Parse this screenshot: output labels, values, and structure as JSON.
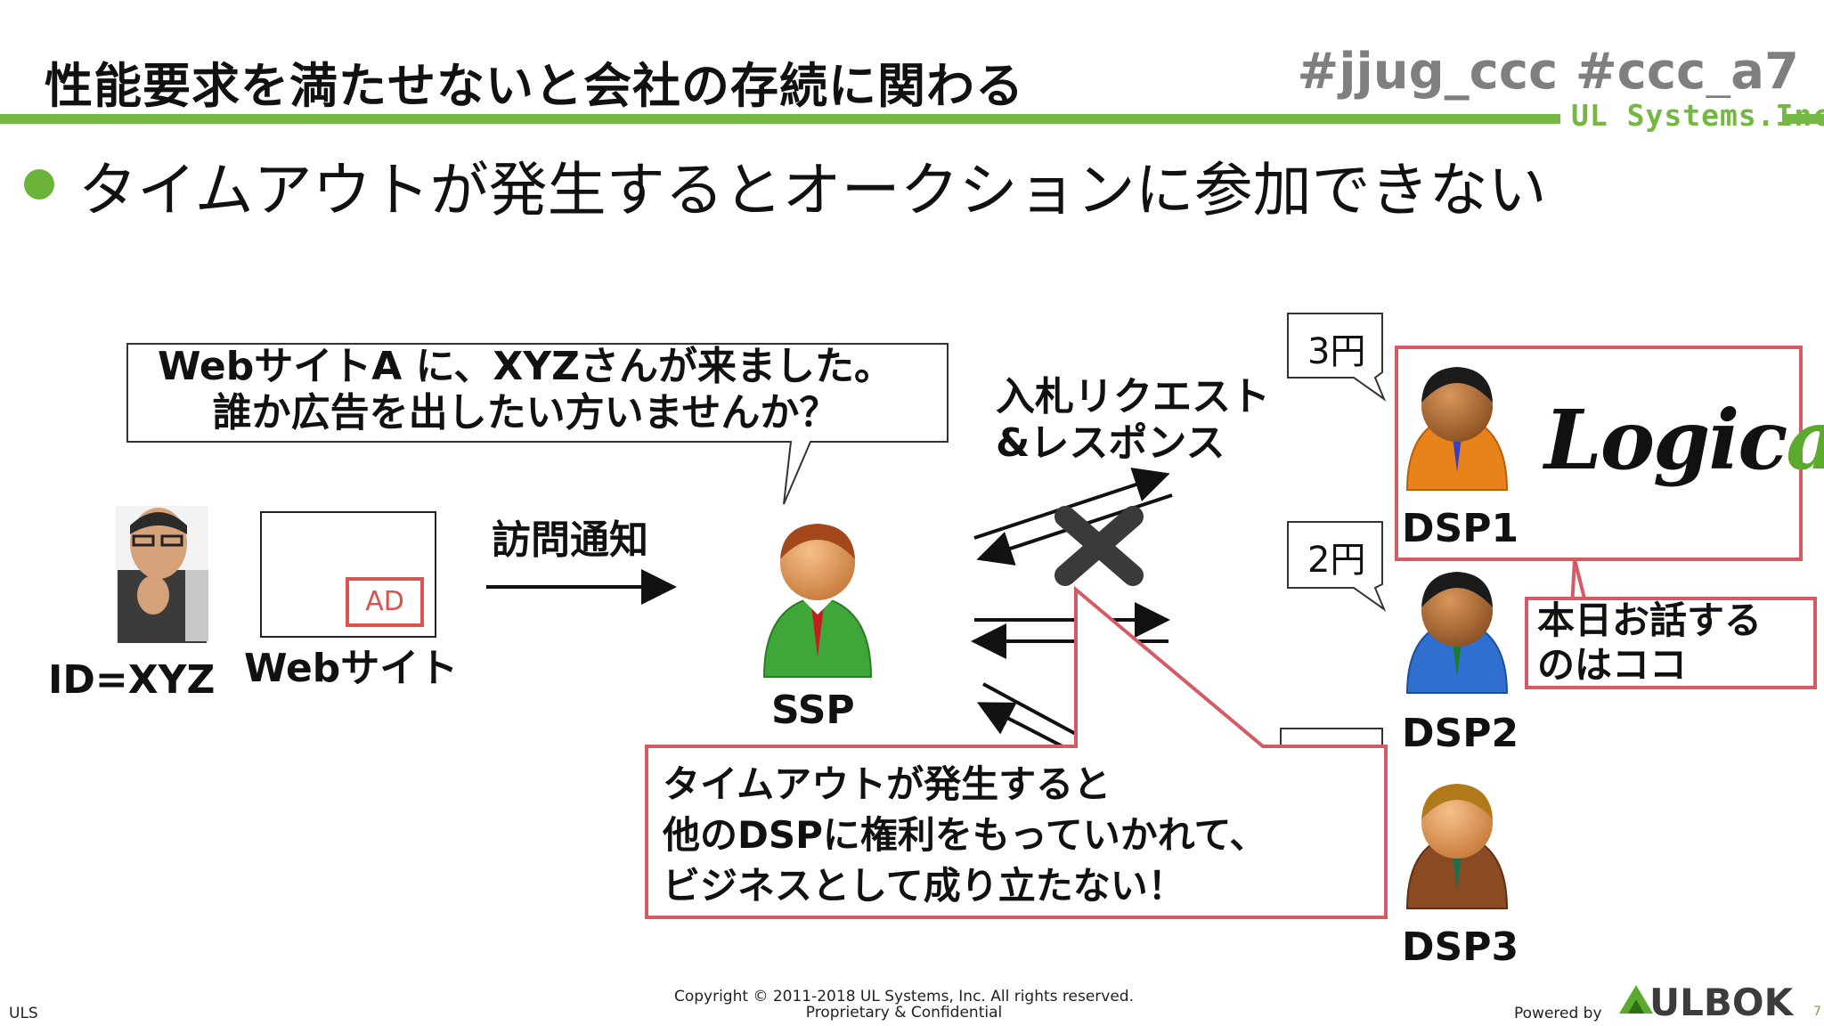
{
  "header": {
    "title": "性能要求を満たせないと会社の存続に関わる",
    "hashtag": "#jjug_ccc #ccc_a7",
    "logo_text": "UL Systems.Inc."
  },
  "bullet": {
    "text": "タイムアウトが発生するとオークションに参加できない"
  },
  "diagram": {
    "speech_line1": "WebサイトA に、XYZさんが来ました。",
    "speech_line2": "誰か広告を出したい方いませんか？",
    "user_label": "ID=XYZ",
    "website_label": "Webサイト",
    "ad_label": "AD",
    "visit_label": "訪問通知",
    "ssp_label": "SSP",
    "request_line1": "入札リクエスト",
    "request_line2": "&レスポンス",
    "dsp": [
      {
        "label": "DSP1",
        "price": "3円",
        "suit_color": "#e8821a"
      },
      {
        "label": "DSP2",
        "price": "2円",
        "suit_color": "#2f6fd0"
      },
      {
        "label": "DSP3",
        "price": "",
        "suit_color": "#8a4a22"
      }
    ],
    "ssp_suit_color": "#3fa63a",
    "logicad_dark": "Logic",
    "logicad_green": "ad",
    "today_line1": "本日お話する",
    "today_line2": "のはココ",
    "timeout_line1": "タイムアウトが発生すると",
    "timeout_line2": "他のDSPに権利をもっていかれて、",
    "timeout_line3": "ビジネスとして成り立たない！",
    "accent_red": "#d55a63"
  },
  "footer": {
    "left": "ULS",
    "copyright_line1": "Copyright © 2011-2018 UL Systems, Inc.  All rights reserved.",
    "copyright_line2": "Proprietary & Confidential",
    "powered_by": "Powered by",
    "brand": "ULBOK",
    "page_number": "7"
  }
}
